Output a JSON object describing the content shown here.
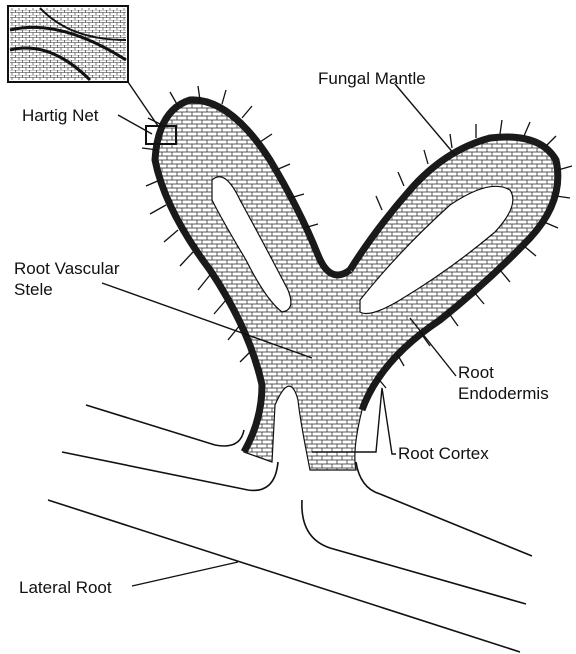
{
  "labels": {
    "hartig_net": "Hartig Net",
    "fungal_mantle": "Fungal Mantle",
    "root_vascular_stele_line1": "Root Vascular",
    "root_vascular_stele_line2": "Stele",
    "root_endodermis_line1": "Root",
    "root_endodermis_line2": "Endodermis",
    "root_cortex": "Root Cortex",
    "lateral_root": "Lateral Root"
  },
  "colors": {
    "ink": "#111111",
    "mantle": "#1a1a1a",
    "background": "#ffffff"
  }
}
